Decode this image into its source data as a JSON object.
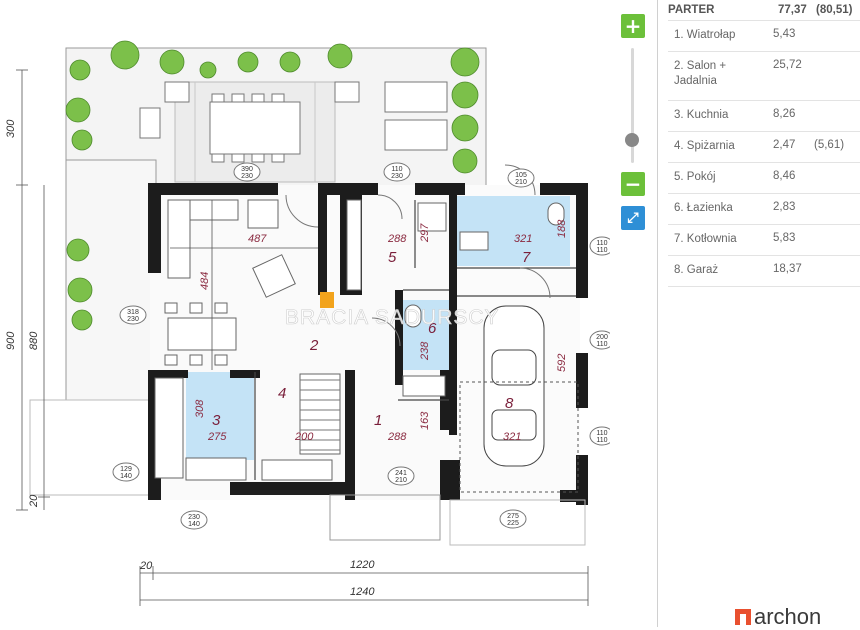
{
  "plan": {
    "room_numbers": [
      "1",
      "2",
      "3",
      "4",
      "5",
      "6",
      "7",
      "8"
    ],
    "room_dims": {
      "salon_width": "487",
      "salon_depth": "484",
      "spizarnia_width": "288",
      "korytarz_side": "297",
      "kotlownia_width": "321",
      "kotlownia_depth": "188",
      "lazienka_depth": "238",
      "kuchnia_depth": "308",
      "kuchnia_width": "275",
      "hall_width": "200",
      "wiatrolap_width": "288",
      "wiatrolap_depth": "163",
      "garaz_depth": "592",
      "garaz_width": "321"
    },
    "openings": {
      "terrace_door": [
        "390",
        "230"
      ],
      "kitchen_window_top": [
        "110",
        "230"
      ],
      "boiler_window": [
        "105",
        "210"
      ],
      "right_window_1": [
        "110",
        "110"
      ],
      "living_window_left": [
        "318",
        "230"
      ],
      "garage_window_right": [
        "200",
        "110"
      ],
      "garage_window_right_2": [
        "110",
        "110"
      ],
      "kitchen_window_left": [
        "129",
        "140"
      ],
      "kitchen_window_bottom": [
        "230",
        "140"
      ],
      "entrance_door": [
        "241",
        "210"
      ],
      "garage_gate": [
        "275",
        "225"
      ]
    },
    "vertical_dims": [
      "300",
      "900",
      "880",
      "20"
    ],
    "horizontal_dims": [
      "20",
      "1220",
      "1240"
    ],
    "watermark": "BRACIA SADURSCY"
  },
  "controls": {
    "zoom_in": "+",
    "zoom_out": "−",
    "fullscreen": "⤢",
    "zoom_level": 0.8
  },
  "panel": {
    "title": "PARTER",
    "total_area": "77,37",
    "total_area_alt": "(80,51)",
    "rooms": [
      {
        "name": "1. Wiatrołap",
        "area": "5,43",
        "alt": ""
      },
      {
        "name": "2. Salon + Jadalnia",
        "area": "25,72",
        "alt": ""
      },
      {
        "name": "3. Kuchnia",
        "area": "8,26",
        "alt": ""
      },
      {
        "name": "4. Spiżarnia",
        "area": "2,47",
        "alt": "(5,61)"
      },
      {
        "name": "5. Pokój",
        "area": "8,46",
        "alt": ""
      },
      {
        "name": "6. Łazienka",
        "area": "2,83",
        "alt": ""
      },
      {
        "name": "7. Kotłownia",
        "area": "5,83",
        "alt": ""
      },
      {
        "name": "8. Garaż",
        "area": "18,37",
        "alt": ""
      }
    ]
  },
  "logo": {
    "text": "archon"
  },
  "colors": {
    "accent_green": "#6cc03a",
    "accent_blue": "#2e8fd6",
    "room_blue": "#c4e3f6",
    "room_number": "#7a1f3a",
    "dim_text": "#8a2a40",
    "logo_orange": "#e9502f"
  }
}
